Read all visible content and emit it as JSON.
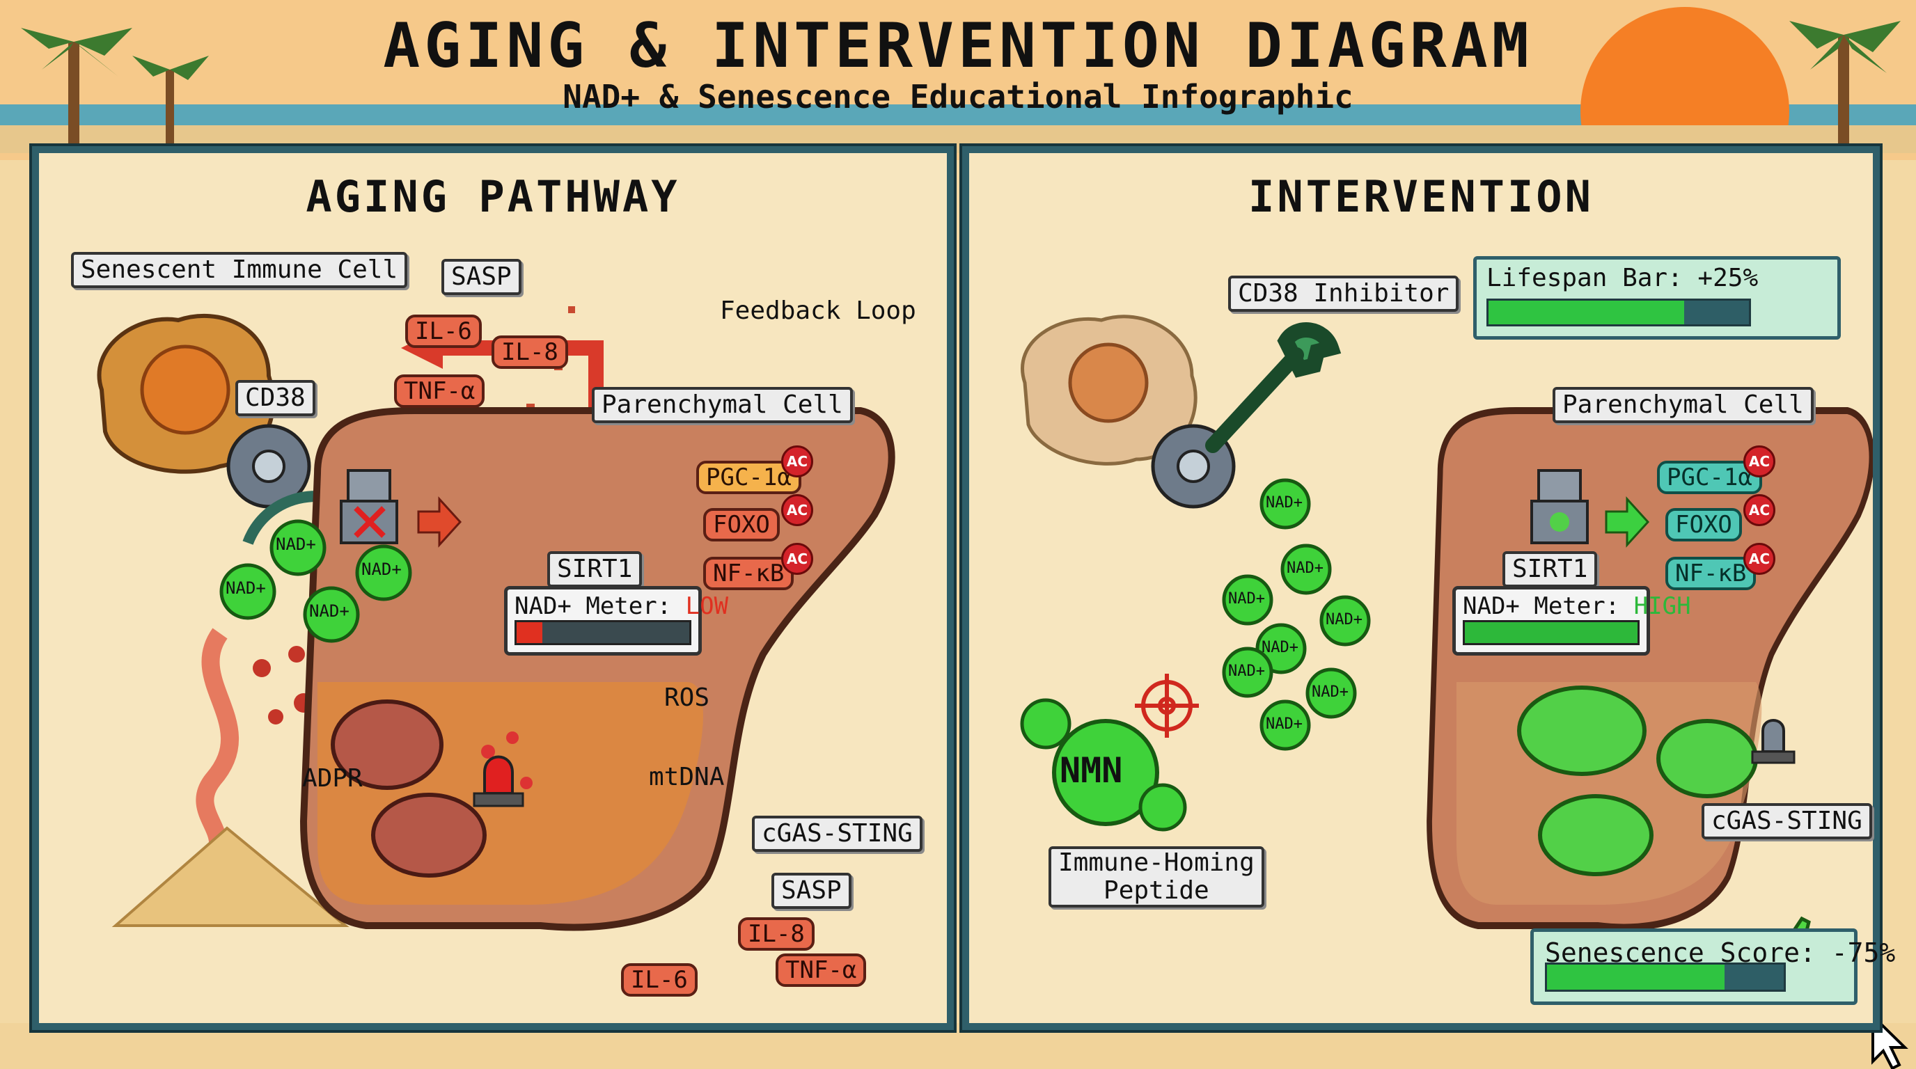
{
  "header": {
    "title": "AGING & INTERVENTION DIAGRAM",
    "subtitle": "NAD+ & Senescence Educational Infographic"
  },
  "aging": {
    "title": "AGING PATHWAY",
    "immune_cell_label": "Senescent Immune Cell",
    "sasp_label": "SASP",
    "il6": "IL-6",
    "il8": "IL-8",
    "tnf": "TNF-α",
    "cd38_label": "CD38",
    "nad_token": "NAD+",
    "adpr_label": "ADPR",
    "feedback_label": "Feedback Loop",
    "parenchymal_label": "Parenchymal Cell",
    "sirt1_label": "SIRT1",
    "pgc": "PGC-1α",
    "foxo": "FOXO",
    "nfkb": "NF-κB",
    "ac": "AC",
    "meter_label": "NAD+ Meter:",
    "meter_value": "LOW",
    "meter_level": 0.15,
    "ros_label": "ROS",
    "mtdna_label": "mtDNA",
    "cgas_label": "cGAS-STING",
    "sasp2_label": "SASP",
    "il8_2": "IL-8",
    "il6_2": "IL-6",
    "tnf_2": "TNF-α"
  },
  "intervention": {
    "title": "INTERVENTION",
    "cd38_inhibitor_label": "CD38 Inhibitor",
    "lifespan_label": "Lifespan Bar: +25%",
    "lifespan_level": 0.75,
    "parenchymal_label": "Parenchymal Cell",
    "sirt1_label": "SIRT1",
    "pgc": "PGC-1α",
    "foxo": "FOXO",
    "nfkb": "NF-κB",
    "ac": "AC",
    "meter_label": "NAD+ Meter:",
    "meter_value": "HIGH",
    "meter_level": 1.0,
    "nad_token": "NAD+",
    "nmn_label": "NMN",
    "peptide_label": "Immune-Homing\nPeptide",
    "cgas_label": "cGAS-STING",
    "senescence_label": "Senescence Score: -75%",
    "senescence_level": 0.75
  },
  "colors": {
    "panel_border": "#2f5f6a",
    "nad_green": "#3fd23a",
    "low_red": "#e03020",
    "high_green": "#2db83a",
    "cell_fill": "#c9805e"
  }
}
